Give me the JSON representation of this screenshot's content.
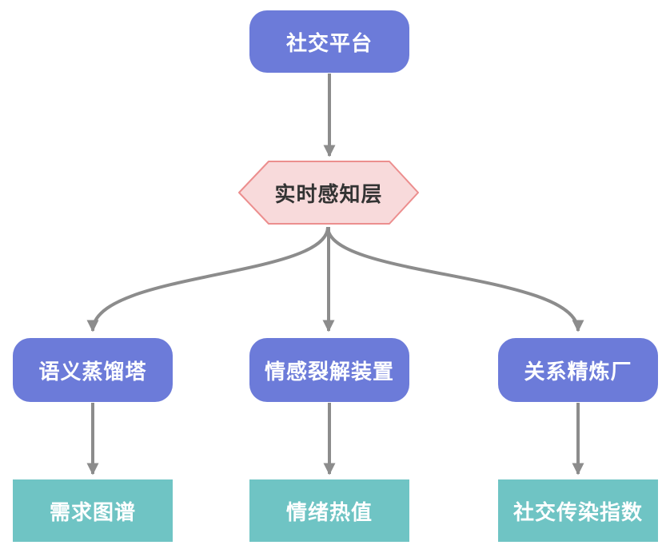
{
  "diagram": {
    "type": "flowchart",
    "direction": "top-down",
    "nodes": [
      {
        "id": "social-platform",
        "label": "社交平台",
        "shape": "rounded-rect",
        "fill": "#6C7BD9",
        "text_color": "#FFFFFF"
      },
      {
        "id": "realtime-perception-layer",
        "label": "实时感知层",
        "shape": "hexagon",
        "fill": "#F8DADB",
        "border": "#EC8E8E",
        "text_color": "#333333"
      },
      {
        "id": "semantic-distillation-tower",
        "label": "语义蒸馏塔",
        "shape": "rounded-rect",
        "fill": "#6C7BD9",
        "text_color": "#FFFFFF"
      },
      {
        "id": "emotion-cracking-unit",
        "label": "情感裂解装置",
        "shape": "rounded-rect",
        "fill": "#6C7BD9",
        "text_color": "#FFFFFF"
      },
      {
        "id": "relationship-refinery",
        "label": "关系精炼厂",
        "shape": "rounded-rect",
        "fill": "#6C7BD9",
        "text_color": "#FFFFFF"
      },
      {
        "id": "demand-graph",
        "label": "需求图谱",
        "shape": "rect",
        "fill": "#6FC4C4",
        "text_color": "#FFFFFF"
      },
      {
        "id": "emotion-heat-value",
        "label": "情绪热值",
        "shape": "rect",
        "fill": "#6FC4C4",
        "text_color": "#FFFFFF"
      },
      {
        "id": "social-contagion-index",
        "label": "社交传染指数",
        "shape": "rect",
        "fill": "#6FC4C4",
        "text_color": "#FFFFFF"
      }
    ],
    "edges": [
      {
        "from": "social-platform",
        "to": "realtime-perception-layer",
        "style": "straight"
      },
      {
        "from": "realtime-perception-layer",
        "to": "semantic-distillation-tower",
        "style": "curved"
      },
      {
        "from": "realtime-perception-layer",
        "to": "emotion-cracking-unit",
        "style": "straight"
      },
      {
        "from": "realtime-perception-layer",
        "to": "relationship-refinery",
        "style": "curved"
      },
      {
        "from": "semantic-distillation-tower",
        "to": "demand-graph",
        "style": "straight"
      },
      {
        "from": "emotion-cracking-unit",
        "to": "emotion-heat-value",
        "style": "straight"
      },
      {
        "from": "relationship-refinery",
        "to": "social-contagion-index",
        "style": "straight"
      }
    ],
    "colors": {
      "background": "#FFFFFF",
      "arrow": "#8C8C8C",
      "blue_node": "#6C7BD9",
      "teal_node": "#6FC4C4",
      "hexagon_fill": "#F8DADB",
      "hexagon_border": "#EC8E8E",
      "node_text": "#FFFFFF",
      "hexagon_text": "#333333"
    }
  }
}
